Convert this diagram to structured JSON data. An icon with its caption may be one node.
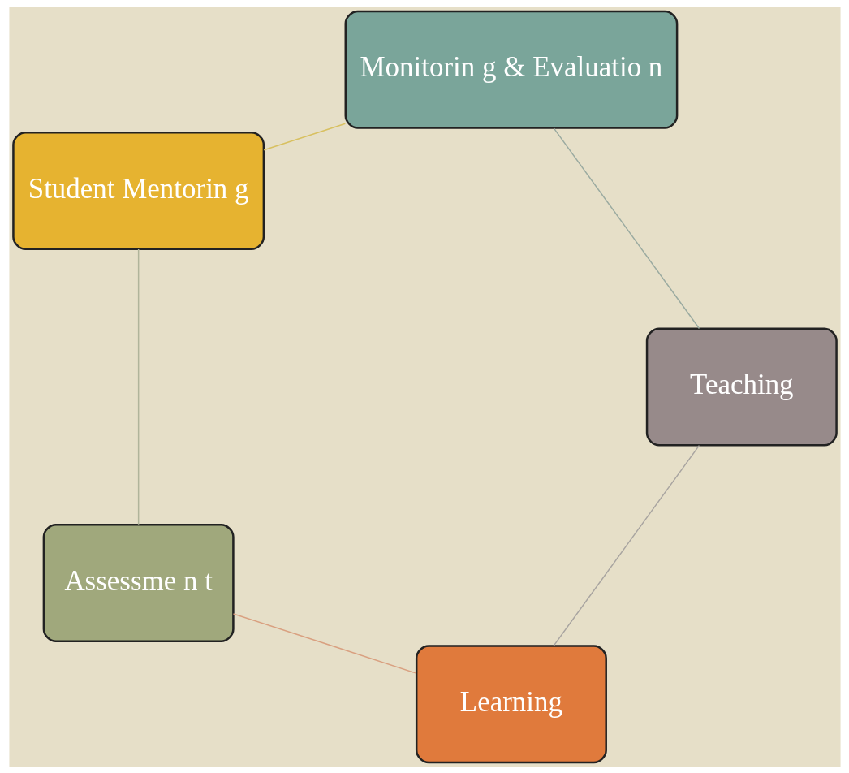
{
  "diagram": {
    "nodes": [
      {
        "text": [
          "Learning"
        ]
      },
      {
        "text": [
          "Assessme n t"
        ]
      },
      {
        "text": [
          "Student Mentorin g"
        ]
      },
      {
        "text": [
          "Monitorin g & Evaluatio n"
        ]
      },
      {
        "text": [
          "Teaching"
        ]
      }
    ],
    "edges": [
      {
        "from": 0,
        "to": 1,
        "arrow": "none",
        "color": "#d9a080"
      },
      {
        "from": 1,
        "to": 2,
        "arrow": "none",
        "color": "#b0b49a"
      },
      {
        "from": 2,
        "to": 3,
        "arrow": "none",
        "color": "#d8c060"
      },
      {
        "from": 3,
        "to": 4,
        "arrow": "none",
        "color": "#9aaaa0"
      },
      {
        "from": 4,
        "to": 0,
        "arrow": "none",
        "color": "#a8a4a0"
      }
    ]
  }
}
